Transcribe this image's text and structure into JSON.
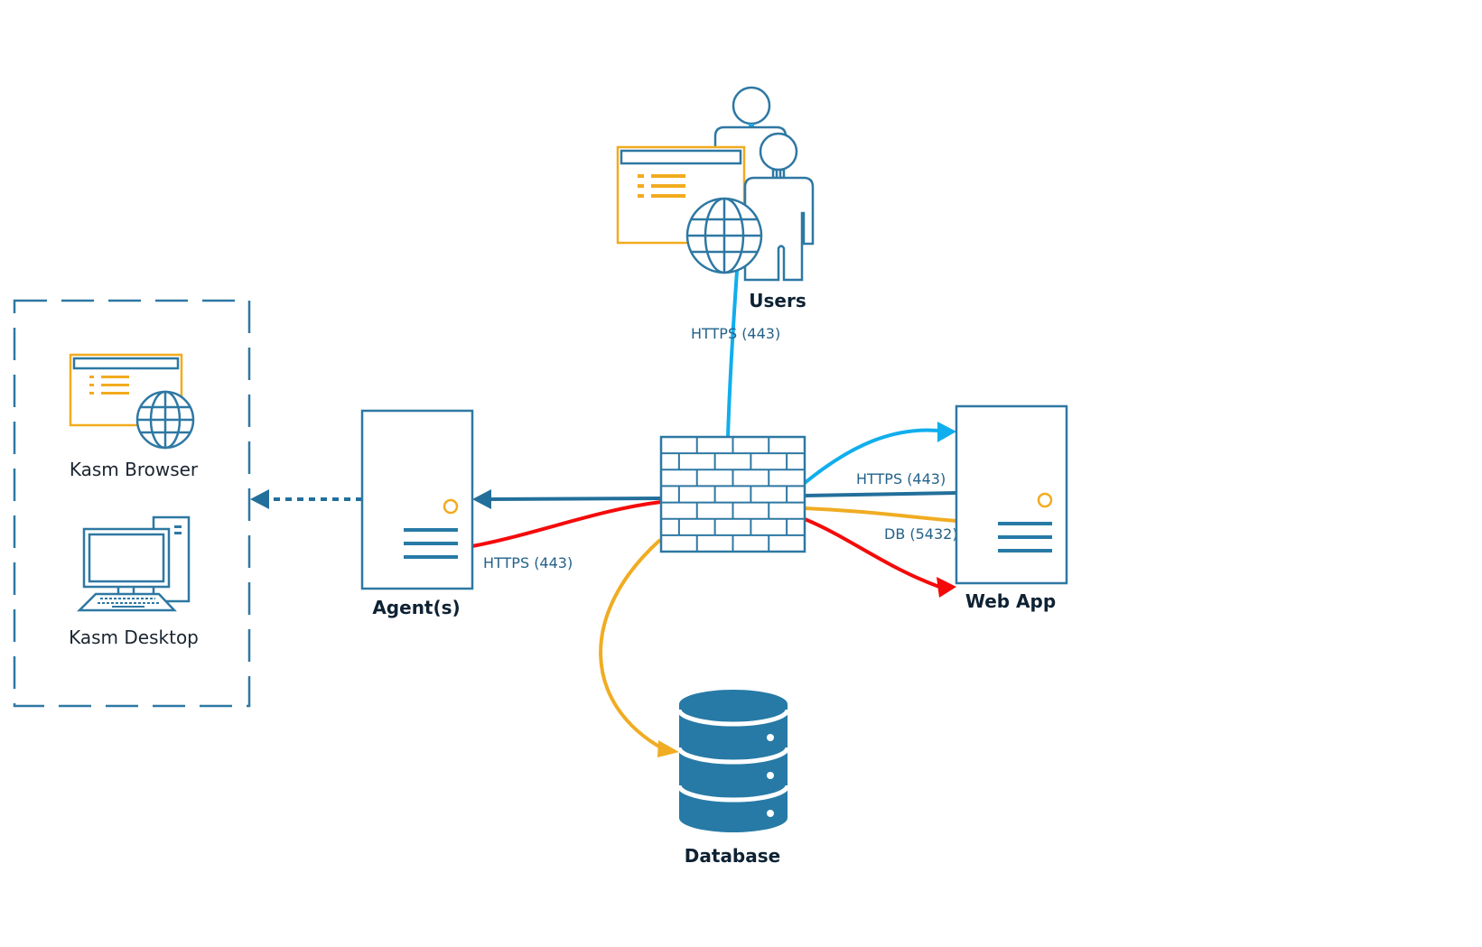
{
  "diagram": {
    "title": "Kasm Workspaces architecture",
    "colors": {
      "outline": "#2e78a3",
      "fill_dark": "#277aa6",
      "accent_orange": "#f2ab1e",
      "https_cyan": "#10aeed",
      "https_dark": "#236f9b",
      "red": "#f50a0a",
      "db_orange": "#f0ac22",
      "text": "#0e2233",
      "edge_text": "#24628a"
    },
    "nodes": {
      "users": {
        "label": "Users",
        "icon": "users-with-browser-icon"
      },
      "firewall": {
        "label": "",
        "icon": "firewall-brick-icon"
      },
      "agents": {
        "label": "Agent(s)",
        "icon": "server-icon"
      },
      "web_app": {
        "label": "Web App",
        "icon": "server-icon"
      },
      "database": {
        "label": "Database",
        "icon": "database-icon"
      }
    },
    "session_group": {
      "items": [
        {
          "label": "Kasm Browser",
          "icon": "browser-globe-icon"
        },
        {
          "label": "Kasm Desktop",
          "icon": "desktop-computer-icon"
        }
      ]
    },
    "edges": [
      {
        "from": "users",
        "to": "firewall",
        "label": "HTTPS (443)",
        "color": "cyan",
        "style": "solid"
      },
      {
        "from": "firewall",
        "to": "web_app",
        "label": "",
        "color": "cyan",
        "style": "solid-arrow"
      },
      {
        "from": "firewall",
        "to": "web_app",
        "label": "HTTPS (443)",
        "color": "dark-blue",
        "style": "solid"
      },
      {
        "from": "firewall",
        "to": "web_app",
        "label": "DB (5432)",
        "color": "orange",
        "style": "solid"
      },
      {
        "from": "firewall",
        "to": "web_app",
        "label": "",
        "color": "red",
        "style": "solid-arrow"
      },
      {
        "from": "firewall",
        "to": "agents",
        "label": "",
        "color": "dark-blue",
        "style": "solid-arrow"
      },
      {
        "from": "agents",
        "to": "firewall",
        "label": "HTTPS (443)",
        "color": "red",
        "style": "solid"
      },
      {
        "from": "firewall",
        "to": "database",
        "label": "",
        "color": "orange",
        "style": "solid-arrow"
      },
      {
        "from": "agents",
        "to": "session_group",
        "label": "",
        "color": "dark-blue",
        "style": "dashed-arrow"
      }
    ],
    "edge_labels": {
      "users_https": "HTTPS (443)",
      "webapp_https": "HTTPS (443)",
      "webapp_db": "DB (5432)",
      "agent_https": "HTTPS (443)"
    }
  }
}
